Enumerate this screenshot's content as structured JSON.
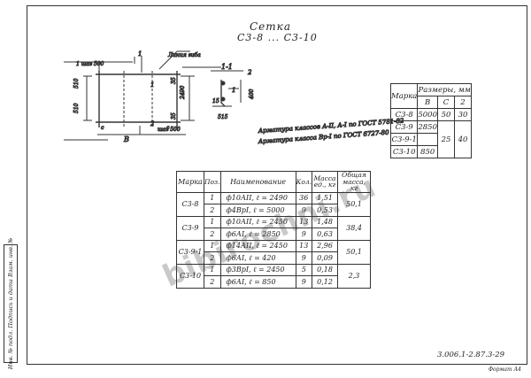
{
  "title": "Сетка",
  "subtitle": "С3-8 ... С3-10",
  "drawing": {
    "plan_labels": {
      "step_top": "1 шаг 500",
      "step_bottom": "шаг 500",
      "bend_line": "Линия гиба",
      "dim_left_top": "510",
      "dim_left_bottom": "510",
      "dim_right_1": "35",
      "dim_right_2": "2490",
      "dim_right_3": "35",
      "dim_b": "В",
      "dim_c1": "с",
      "dim_c2": "с",
      "section_mark": "1",
      "pos1": "1",
      "pos2": "2"
    },
    "section_labels": {
      "title": "1-1",
      "pos2": "2",
      "pos1": "1",
      "dim_400": "400",
      "dim_515": "515",
      "dim_15": "15"
    },
    "notes": [
      "Арматура классов A-II, A-I по ГОСТ 5781-82",
      "Арматура класса Вр-I по ГОСТ 6727-80"
    ]
  },
  "sizes_table": {
    "header_mark": "Марка",
    "header_sizes": "Размеры, мм",
    "sub_headers": [
      "В",
      "С",
      "2"
    ],
    "rows": [
      {
        "mark": "С3-8",
        "b": "5000",
        "c": "50",
        "z": "30"
      },
      {
        "mark": "С3-9",
        "b": "2850",
        "c": "25",
        "z": "40"
      },
      {
        "mark": "С3-9-1",
        "b": "",
        "c": "",
        "z": ""
      },
      {
        "mark": "С3-10",
        "b": "850",
        "c": "",
        "z": ""
      }
    ]
  },
  "spec_table": {
    "headers": [
      "Марка",
      "Поз.",
      "Наименование",
      "Кол.",
      "Масса ед., кг",
      "Общая масса, кг"
    ],
    "groups": [
      {
        "mark": "С3-8",
        "total": "50,1",
        "rows": [
          {
            "pos": "1",
            "name": "ф10АII, ℓ = 2490",
            "qty": "36",
            "mass": "1,51"
          },
          {
            "pos": "2",
            "name": "ф4ВрI, ℓ = 5000",
            "qty": "9",
            "mass": "0,53"
          }
        ]
      },
      {
        "mark": "С3-9",
        "total": "38,4",
        "rows": [
          {
            "pos": "1",
            "name": "ф10АII, ℓ = 2450",
            "qty": "13",
            "mass": "1,48"
          },
          {
            "pos": "2",
            "name": "ф6АI, ℓ = 2850",
            "qty": "9",
            "mass": "0,63"
          }
        ]
      },
      {
        "mark": "С3-9-1",
        "total": "50,1",
        "rows": [
          {
            "pos": "1",
            "name": "ф14АII, ℓ = 2450",
            "qty": "13",
            "mass": "2,96"
          },
          {
            "pos": "2",
            "name": "ф6АI, ℓ = 420",
            "qty": "9",
            "mass": "0,09"
          }
        ]
      },
      {
        "mark": "С3-10",
        "total": "2,3",
        "rows": [
          {
            "pos": "1",
            "name": "ф3ВрI, ℓ = 2450",
            "qty": "5",
            "mass": "0,18"
          },
          {
            "pos": "2",
            "name": "ф6АI, ℓ = 850",
            "qty": "9",
            "mass": "0,12"
          }
        ]
      }
    ]
  },
  "stamp_text": "Инв. № подл. Подпись и дата Взам. инв. №",
  "doc_number": "3.006.1-2.87.3-29",
  "format": "Формат А4",
  "watermark": "bibirochni.ru",
  "colors": {
    "ink": "#222222",
    "watermark": "#3c3c3c"
  }
}
